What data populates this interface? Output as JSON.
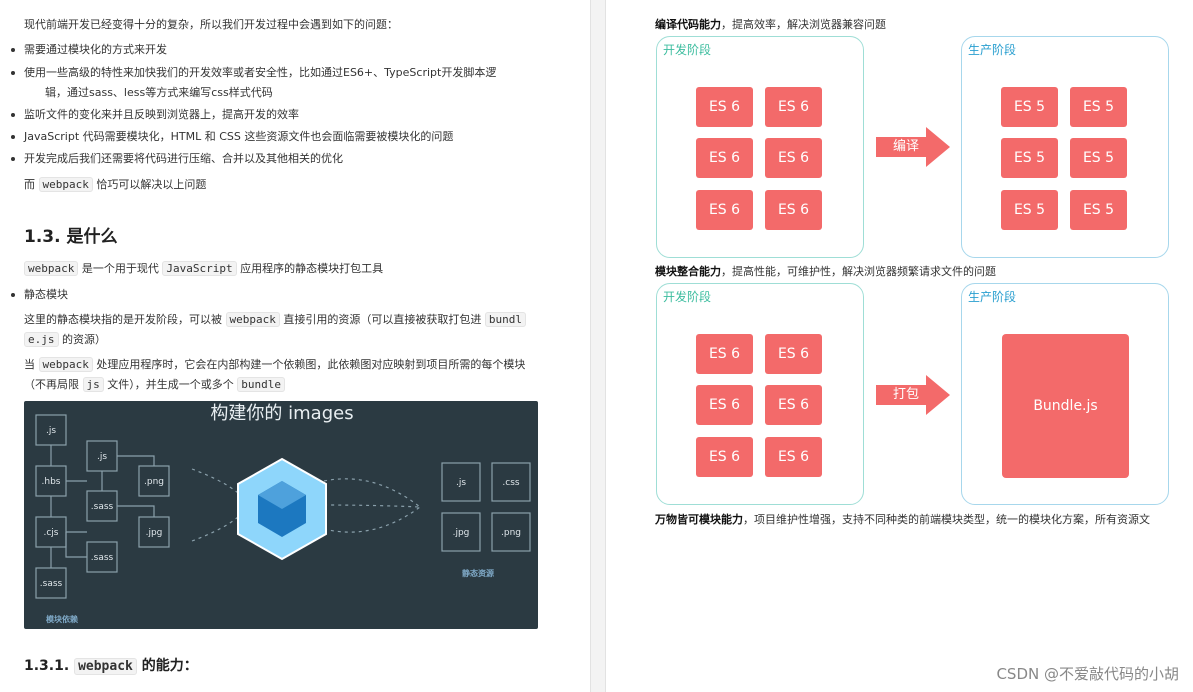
{
  "left": {
    "intro": "现代前端开发已经变得十分的复杂，所以我们开发过程中会遇到如下的问题：",
    "bullets": [
      "需要通过模块化的方式来开发",
      "使用一些高级的特性来加快我们的开发效率或者安全性，比如通过ES6+、TypeScript开发脚本逻",
      "辑，通过sass、less等方式来编写css样式代码",
      "监听文件的变化来并且反映到浏览器上，提高开发的效率",
      "JavaScript 代码需要模块化，HTML 和 CSS 这些资源文件也会面临需要被模块化的问题",
      "开发完成后我们还需要将代码进行压缩、合并以及其他相关的优化"
    ],
    "conclusion_pre": "而",
    "conclusion_code": "webpack",
    "conclusion_post": "恰巧可以解决以上问题",
    "heading": "1.3. 是什么",
    "def_code": "webpack",
    "def_mid": "是一个用于现代",
    "def_code2": "JavaScript",
    "def_post": "应用程序的静态模块打包工具",
    "static_bullet": "静态模块",
    "static_p1_pre": "这里的静态模块指的是开发阶段，可以被",
    "static_p1_code": "webpack",
    "static_p1_mid": "直接引用的资源（可以直接被获取打包进",
    "static_p1_code2": "bundl",
    "static_p2_code": "e.js",
    "static_p2_post": "的资源）",
    "when_pre": "当",
    "when_code": "webpack",
    "when_post": "处理应用程序时，它会在内部构建一个依赖图，此依赖图对应映射到项目所需的每个模块",
    "when2_pre": "（不再局限",
    "when2_code": "js",
    "when2_mid": "文件），并生成一个或多个",
    "when2_code2": "bundle",
    "image_title": "构建你的 images",
    "image_left_files": [
      ".js",
      ".hbs",
      ".js",
      ".png",
      ".sass",
      ".cjs",
      ".jpg",
      ".sass",
      ".sass"
    ],
    "image_left_caption": "模块依赖",
    "image_right_files": [
      ".js",
      ".css",
      ".jpg",
      ".png"
    ],
    "image_right_caption": "静态资源",
    "subheading_num": "1.3.1.",
    "subheading_code": "webpack",
    "subheading_post": "的能力："
  },
  "right": {
    "s1_bold": "编译代码能力",
    "s1_rest": "，提高效率，解决浏览器兼容问题",
    "dev_label": "开发阶段",
    "prod_label": "生产阶段",
    "es6": "ES 6",
    "es5": "ES 5",
    "compile_label": "编译",
    "s2_bold": "模块整合能力",
    "s2_rest": "，提高性能，可维护性，解决浏览器频繁请求文件的问题",
    "pack_label": "打包",
    "bundle_label": "Bundle.js",
    "s3_bold": "万物皆可模块能力",
    "s3_rest": "，项目维护性增强，支持不同种类的前端模块类型，统一的模块化方案，所有资源文"
  },
  "watermark": "CSDN @不爱敲代码的小胡",
  "colors": {
    "accent_red": "#f36a6a",
    "dev_green": "#3dbd9f",
    "prod_blue": "#2a9fd0",
    "image_bg": "#2b3a42"
  }
}
